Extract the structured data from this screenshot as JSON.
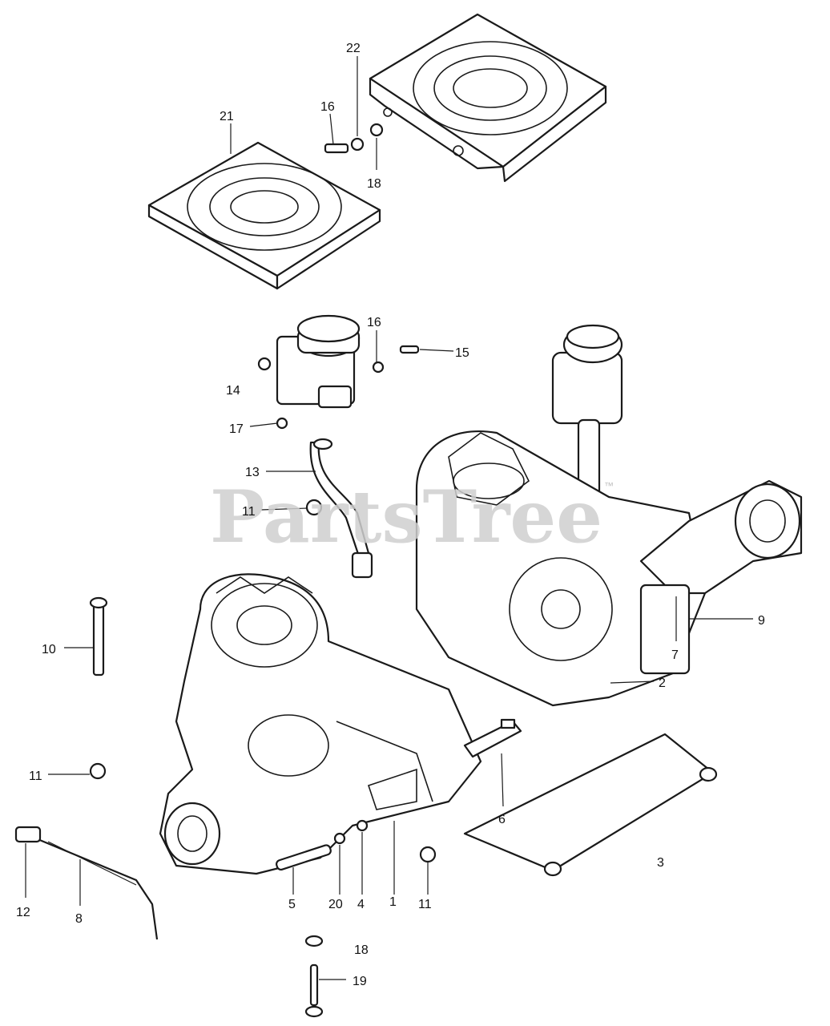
{
  "watermark": {
    "text": "PartsTree",
    "trademark": "™"
  },
  "callouts": [
    {
      "id": "c22",
      "text": "22"
    },
    {
      "id": "c16a",
      "text": "16"
    },
    {
      "id": "c21",
      "text": "21"
    },
    {
      "id": "c18a",
      "text": "18"
    },
    {
      "id": "c16b",
      "text": "16"
    },
    {
      "id": "c15",
      "text": "15"
    },
    {
      "id": "c14",
      "text": "14"
    },
    {
      "id": "c17",
      "text": "17"
    },
    {
      "id": "c13",
      "text": "13"
    },
    {
      "id": "c11a",
      "text": "11"
    },
    {
      "id": "c10",
      "text": "10"
    },
    {
      "id": "c9",
      "text": "9"
    },
    {
      "id": "c7",
      "text": "7"
    },
    {
      "id": "c2",
      "text": "2"
    },
    {
      "id": "c11b",
      "text": "11"
    },
    {
      "id": "c6",
      "text": "6"
    },
    {
      "id": "c3",
      "text": "3"
    },
    {
      "id": "c12",
      "text": "12"
    },
    {
      "id": "c8",
      "text": "8"
    },
    {
      "id": "c5",
      "text": "5"
    },
    {
      "id": "c20",
      "text": "20"
    },
    {
      "id": "c4",
      "text": "4"
    },
    {
      "id": "c1",
      "text": "1"
    },
    {
      "id": "c11c",
      "text": "11"
    },
    {
      "id": "c18b",
      "text": "18"
    },
    {
      "id": "c19",
      "text": "19"
    }
  ]
}
